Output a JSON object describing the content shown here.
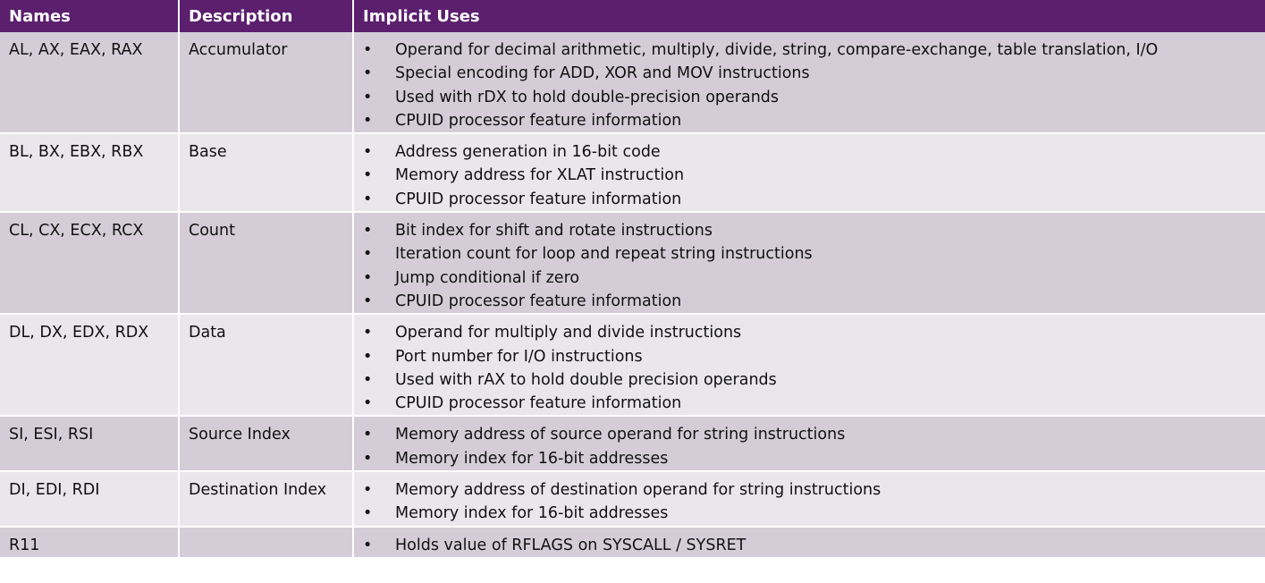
{
  "header": {
    "names": "Names",
    "description": "Description",
    "uses": "Implicit Uses"
  },
  "bullet": "•",
  "rows": [
    {
      "names": "AL, AX, EAX, RAX",
      "description": "Accumulator",
      "uses": [
        "Operand for decimal arithmetic, multiply, divide, string, compare-exchange, table translation, I/O",
        "Special encoding for ADD, XOR and MOV instructions",
        "Used with rDX to hold double-precision operands",
        "CPUID processor feature information"
      ]
    },
    {
      "names": "BL, BX, EBX, RBX",
      "description": "Base",
      "uses": [
        "Address generation in 16-bit code",
        "Memory address for XLAT instruction",
        "CPUID processor feature information"
      ]
    },
    {
      "names": "CL, CX, ECX, RCX",
      "description": "Count",
      "uses": [
        "Bit index for shift and rotate instructions",
        "Iteration count for loop and repeat string instructions",
        "Jump conditional if zero",
        "CPUID processor feature information"
      ]
    },
    {
      "names": "DL, DX, EDX, RDX",
      "description": "Data",
      "uses": [
        "Operand for multiply and divide instructions",
        "Port number for I/O instructions",
        "Used with rAX to hold double precision operands",
        "CPUID processor feature information"
      ]
    },
    {
      "names": "SI, ESI, RSI",
      "description": "Source Index",
      "uses": [
        "Memory address of source operand for string instructions",
        "Memory index for 16-bit addresses"
      ]
    },
    {
      "names": "DI, EDI, RDI",
      "description": "Destination Index",
      "uses": [
        "Memory address of destination operand for string instructions",
        "Memory index for 16-bit addresses"
      ]
    },
    {
      "names": "R11",
      "description": "",
      "uses": [
        "Holds value of RFLAGS on SYSCALL / SYSRET"
      ]
    }
  ]
}
